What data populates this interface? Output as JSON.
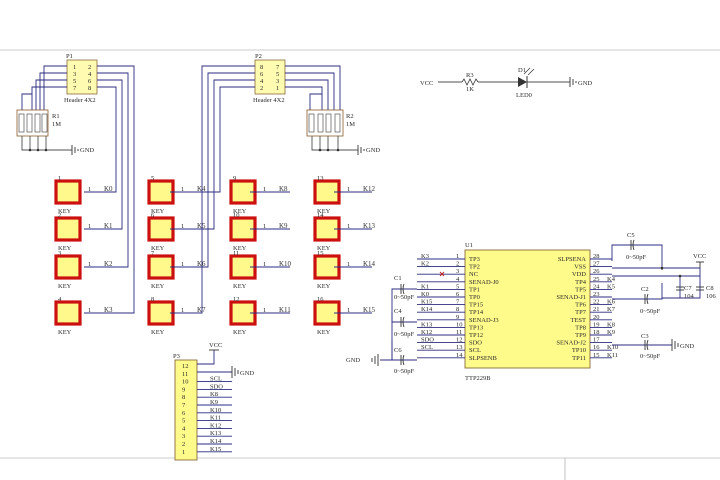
{
  "headers": [
    {
      "ref": "P1",
      "name": "Header 4X2",
      "pins_left": [
        "1",
        "3",
        "5",
        "7"
      ],
      "pins_right": [
        "2",
        "4",
        "6",
        "8"
      ]
    },
    {
      "ref": "P2",
      "name": "Header 4X2",
      "pins_left": [
        "8",
        "6",
        "4",
        "2"
      ],
      "pins_right": [
        "7",
        "5",
        "3",
        "1"
      ]
    }
  ],
  "resistor_arrays": [
    {
      "ref": "R1",
      "value": "1M"
    },
    {
      "ref": "R2",
      "value": "1M"
    }
  ],
  "gnd_label": "GND",
  "vcc_label": "VCC",
  "led_circuit": {
    "vcc": "VCC",
    "res_ref": "R3",
    "res_value": "1K",
    "led_ref": "D1",
    "led_name": "LED0",
    "gnd": "GND"
  },
  "keys": [
    {
      "num": "1",
      "pin": "1",
      "label": "KEY",
      "net": "K0"
    },
    {
      "num": "2",
      "pin": "1",
      "label": "KEY",
      "net": "K1"
    },
    {
      "num": "3",
      "pin": "1",
      "label": "KEY",
      "net": "K2"
    },
    {
      "num": "4",
      "pin": "1",
      "label": "KEY",
      "net": "K3"
    },
    {
      "num": "5",
      "pin": "1",
      "label": "KEY",
      "net": "K4"
    },
    {
      "num": "6",
      "pin": "1",
      "label": "KEY",
      "net": "K5"
    },
    {
      "num": "7",
      "pin": "1",
      "label": "KEY",
      "net": "K6"
    },
    {
      "num": "8",
      "pin": "1",
      "label": "KEY",
      "net": "K7"
    },
    {
      "num": "9",
      "pin": "1",
      "label": "KEY",
      "net": "K8"
    },
    {
      "num": "10",
      "pin": "1",
      "label": "KEY",
      "net": "K9"
    },
    {
      "num": "11",
      "pin": "1",
      "label": "KEY",
      "net": "K10"
    },
    {
      "num": "12",
      "pin": "1",
      "label": "KEY",
      "net": "K11"
    },
    {
      "num": "13",
      "pin": "1",
      "label": "KEY",
      "net": "K12"
    },
    {
      "num": "14",
      "pin": "1",
      "label": "KEY",
      "net": "K13"
    },
    {
      "num": "15",
      "pin": "1",
      "label": "KEY",
      "net": "K14"
    },
    {
      "num": "16",
      "pin": "1",
      "label": "KEY",
      "net": "K15"
    }
  ],
  "ic": {
    "ref": "U1",
    "name": "TTP229B",
    "left_pins": [
      {
        "net": "K3",
        "num": "1",
        "name": "TP3"
      },
      {
        "net": "K2",
        "num": "2",
        "name": "TP2"
      },
      {
        "net": "",
        "num": "3",
        "name": "NC"
      },
      {
        "net": "",
        "num": "4",
        "name": "SENAD-J0"
      },
      {
        "net": "K1",
        "num": "5",
        "name": "TP1"
      },
      {
        "net": "K0",
        "num": "6",
        "name": "TP0"
      },
      {
        "net": "K15",
        "num": "7",
        "name": "TP15"
      },
      {
        "net": "K14",
        "num": "8",
        "name": "TP14"
      },
      {
        "net": "",
        "num": "9",
        "name": "SENAD-J3"
      },
      {
        "net": "K13",
        "num": "10",
        "name": "TP13"
      },
      {
        "net": "K12",
        "num": "11",
        "name": "TP12"
      },
      {
        "net": "SDO",
        "num": "12",
        "name": "SDO"
      },
      {
        "net": "SCL",
        "num": "13",
        "name": "SCL"
      },
      {
        "net": "",
        "num": "14",
        "name": "SLPSENB"
      }
    ],
    "right_pins": [
      {
        "name": "SLPSENA",
        "num": "28",
        "net": ""
      },
      {
        "name": "VSS",
        "num": "27",
        "net": ""
      },
      {
        "name": "VDD",
        "num": "26",
        "net": ""
      },
      {
        "name": "TP4",
        "num": "25",
        "net": "K4"
      },
      {
        "name": "TP5",
        "num": "24",
        "net": "K5"
      },
      {
        "name": "SENAD-J1",
        "num": "23",
        "net": ""
      },
      {
        "name": "TP6",
        "num": "22",
        "net": "K6"
      },
      {
        "name": "TP7",
        "num": "21",
        "net": "K7"
      },
      {
        "name": "TEST",
        "num": "20",
        "net": ""
      },
      {
        "name": "TP8",
        "num": "19",
        "net": "K8"
      },
      {
        "name": "TP9",
        "num": "18",
        "net": "K9"
      },
      {
        "name": "SENAD-J2",
        "num": "17",
        "net": ""
      },
      {
        "name": "TP10",
        "num": "16",
        "net": "K10"
      },
      {
        "name": "TP11",
        "num": "15",
        "net": "K11"
      }
    ]
  },
  "capacitors": [
    {
      "ref": "C1",
      "value": "0~50pF"
    },
    {
      "ref": "C4",
      "value": "0~50pF"
    },
    {
      "ref": "C6",
      "value": "0~50pF"
    },
    {
      "ref": "C5",
      "value": "0~50pF"
    },
    {
      "ref": "C2",
      "value": "0~50pF"
    },
    {
      "ref": "C3",
      "value": "0~50pF"
    },
    {
      "ref": "C7",
      "value": "104"
    },
    {
      "ref": "C8",
      "value": "106"
    }
  ],
  "p3": {
    "ref": "P3",
    "pins": [
      "12",
      "11",
      "10",
      "9",
      "8",
      "7",
      "6",
      "5",
      "4",
      "3",
      "2",
      "1"
    ],
    "nets": [
      "VCC",
      "GND",
      "SCL",
      "SDO",
      "K8",
      "K9",
      "K10",
      "K11",
      "K12",
      "K13",
      "K14",
      "K15"
    ]
  }
}
